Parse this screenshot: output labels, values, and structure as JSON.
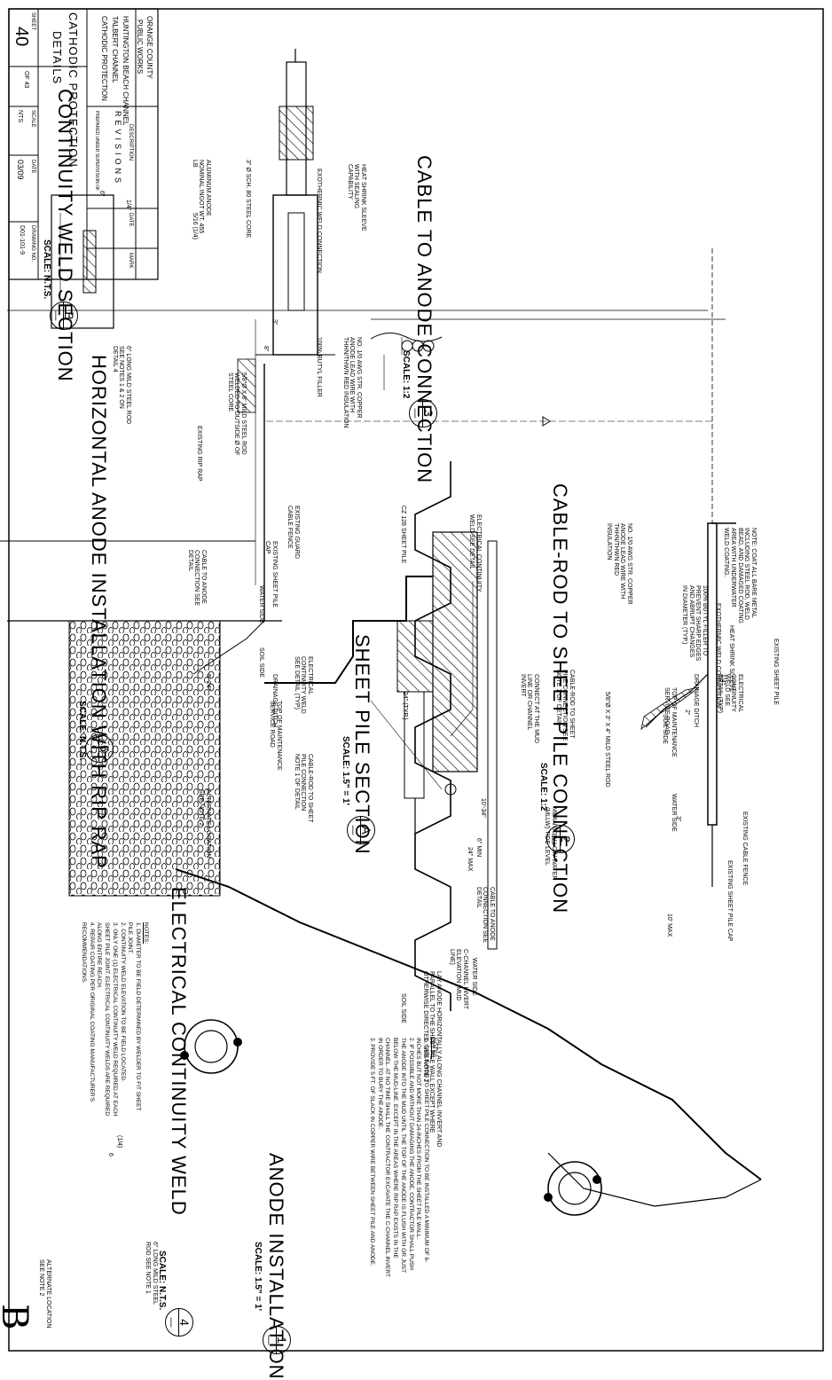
{
  "sheet": {
    "agency": [
      "ORANGE COUNTY",
      "PUBLIC WORKS"
    ],
    "project": [
      "HUNTINGTON BEACH CHANNEL",
      "TALBERT CHANNEL",
      "CATHODIC PROTECTION"
    ],
    "sheet_title": [
      "CATHODIC PROTECTION",
      "DETAILS"
    ],
    "sheet_label": "SHEET",
    "sheet_no": "40",
    "sheet_of": "OF 43",
    "scale_label": "SCALE",
    "scale_value": "NTS",
    "date_label": "DATE",
    "date_value": "03/09",
    "drawing_no_label": "DRAWING NO.",
    "drawing_no": "D01-101-9",
    "revisions_label": "REVISIONS",
    "description_label": "DESCRIPTION",
    "mark_label": "MARK",
    "date_col_label": "DATE",
    "prepared_label": "PREPARED UNDER SUPERVISION OF",
    "corner_mark": "B"
  },
  "details": [
    {
      "num": "1",
      "sheet": "—",
      "title": "ANODE INSTALLATION",
      "scale": "SCALE: 1.5\" = 1'"
    },
    {
      "num": "2",
      "sheet": "—",
      "title": "CABLE-ROD TO SHEET PILE CONNECTION",
      "scale": "SCALE: 1:2"
    },
    {
      "num": "3",
      "sheet": "—",
      "title": "CABLE TO ANODE CONNECTION",
      "scale": "SCALE: 1:2"
    },
    {
      "num": "4",
      "sheet": "—",
      "title": "ELECTRICAL CONTINUITY WELD",
      "scale": "SCALE: N.T.S."
    },
    {
      "num": "5",
      "sheet": "—",
      "title": "HORIZONTAL ANODE INSTALLATION WITH RIP RAP",
      "scale": "SCALE: N.T.S."
    },
    {
      "num": "A",
      "sheet": "—",
      "title": "SHEET PILE SECTION",
      "scale": "SCALE: 1.5\" = 1'"
    },
    {
      "num": "B",
      "sheet": "—",
      "title": "CONTINUITY WELD SECTION",
      "scale": "SCALE: N.T.S."
    }
  ],
  "labels": {
    "d1": [
      "EXISTING CABLE FENCE",
      "EXISTING SHEET PILE CAP",
      "ELECTRICAL CONTINUITY WELD SEE DETAIL (TYP)",
      "DRAINAGE DITCH",
      "TOP OF MAINTENANCE SERVICE ROAD",
      "SOIL SIDE",
      "WATER SIDE",
      "MEAN LOW LOW WATER (MLLW) TIDE LEVEL",
      "CABLE TO ANODE CONNECTION SEE DETAIL",
      "C-CHANNEL INVERT ELEVATION (MUD LINE)",
      "CABLE-ROD TO SHEET PILE CONNECTION SEE NOTE 1 OF DETAIL",
      "CONNECT AT THE MUD LINE OR CHANNEL INVERT",
      "6\" MIN",
      "24\" MAX",
      "LAY ANODE HORIZONTALLY ALONG CHANNEL INVERT AND PARALLEL TO THE SHEET PILE WALL EXCEPT WHERE OTHERWISE DIRECTED. SEE NOTE 2",
      "10' MAX"
    ],
    "d2": [
      "EXISTING SHEET PILE",
      "NOTE: COAT ALL BARE METAL INCLUDING STEEL ROD, WELD BEAD, AND DAMAGED COATING AREA WITH UNDERWATER WELD COATING.",
      "HEAT SHRINK SLEEVE",
      "EXOTHERMIC WELD CONNECTION",
      "100% BUTYL FILLER TO PREVENT SHARP EDGES AND ABRUPT CHANGES IN DIAMETER (TYP.)",
      "NO. 1/0 AWG STR. COPPER ANODE LEAD WIRE WITH THHN/THWN RED INSULATION",
      "5/8\"Ø X 3\" X 4\" MILD STEEL ROD",
      "3\"",
      "2\"",
      "1/4\""
    ],
    "d3": [
      "HEAT SHRINK SLEEVE WITH SEALING CAPABILITY",
      "EXOTHERMIC WELD CONNECTION",
      "NO. 1/0 AWG STR. COPPER ANODE LEAD WIRE WITH THHN/THWN RED INSULATION",
      "100% BUTYL FILLER",
      "3\" Ø SCH. 80 STEEL CORE",
      "ALUMINUM ANODE NOMINAL INGOT WT. 455 LB",
      "5/8\"Ø X 8\" MILD STEEL ROD WELDED TO OUTSIDE Ø OF STEEL CORE",
      "5/16 (1/4)",
      "3\"",
      "8\""
    ],
    "dA": [
      "ELECTRICAL CONTINUITY WELD SEE DETAIL",
      "CZ 128 SHEET PILE",
      "WATER SIDE",
      "SOIL SIDE",
      "24\" (TYP.)",
      "10'-34\""
    ],
    "d5": [
      "EXISTING GUARD CABLE FENCE",
      "EXISTING SHEET PILE CAP",
      "WATER SIDE",
      "SOIL SIDE",
      "CABLE TO ANODE CONNECTION SEE DETAIL",
      "EXISTING RIP RAP",
      "ELECTRICAL CONTINUITY WELD SEE DETAIL (TYP)",
      "DRAINAGE DITCH",
      "TOP OF MAINTENANCE SERVICE ROAD",
      "CABLE-ROD TO SHEET PILE CONNECTION NOTE 1 OF DETAIL",
      "5'-24\""
    ],
    "dB": [
      "6\" LONG MILD STEEL ROD SEE NOTES 1 & 2 ON DETAIL 4",
      "1/4\"",
      "6\""
    ],
    "d4": [
      "ALTERNATE LOCATION SEE NOTE 2",
      "6\" LONG MILD STEEL ROD SEE NOTE 1",
      "ALTERNATE LOCATION SEE NOTE 2",
      "(1/4)",
      "6"
    ]
  },
  "notes1": {
    "heading": "NOTES:",
    "items": [
      "1.  CABLE-ROD TO SHEET PILE CONNECTION TO BE INSTALLED A MINIMUM OF 6-INCHES BUT NOT MORE THAN 24-INCHES FROM THE SHEET PILE WALL.",
      "2.  IF POSSIBLE AND WITHOUT DAMAGING THE ANODE, CONTRACTOR SHALL PUSH THE ANODE INTO THE MUD UNTIL THE TOP OF THE ANODE IS FLUSH WITH OR JUST BELOW THE MUD-LINE. EXCEPT IN THE AREAS WHERE RIP RAP EXISTS IN THE CHANNEL. AT NO TIME SHALL THE CONTRACTOR EXCAVATE THE C-CHANNEL INVERT IN ORDER TO BURY THE ANODE.",
      "3.  PROVIDE 5 FT. OF SLACK IN COPPER WIRE BETWEEN SHEET PILE AND ANODE."
    ]
  },
  "notes4": {
    "heading": "NOTES:",
    "items": [
      "1.  DIAMETER TO BE FIELD DETERMINED BY WELDER TO FIT SHEET PILE JOINT.",
      "2.  CONTINUITY WELD ELEVATION TO BE FIELD LOCATED.",
      "3.  ONLY ONE (1) ELECTRICAL CONTINUITY WELD REQUIRED AT EACH SHEET PILE JOINT. ELECTRICAL CONTINUITY WELDS ARE REQUIRED ALONG ENTIRE REACH.",
      "4.  REPAIR COATING PER ORIGINAL COATING MANUFACTURER'S RECOMMENDATIONS."
    ]
  }
}
